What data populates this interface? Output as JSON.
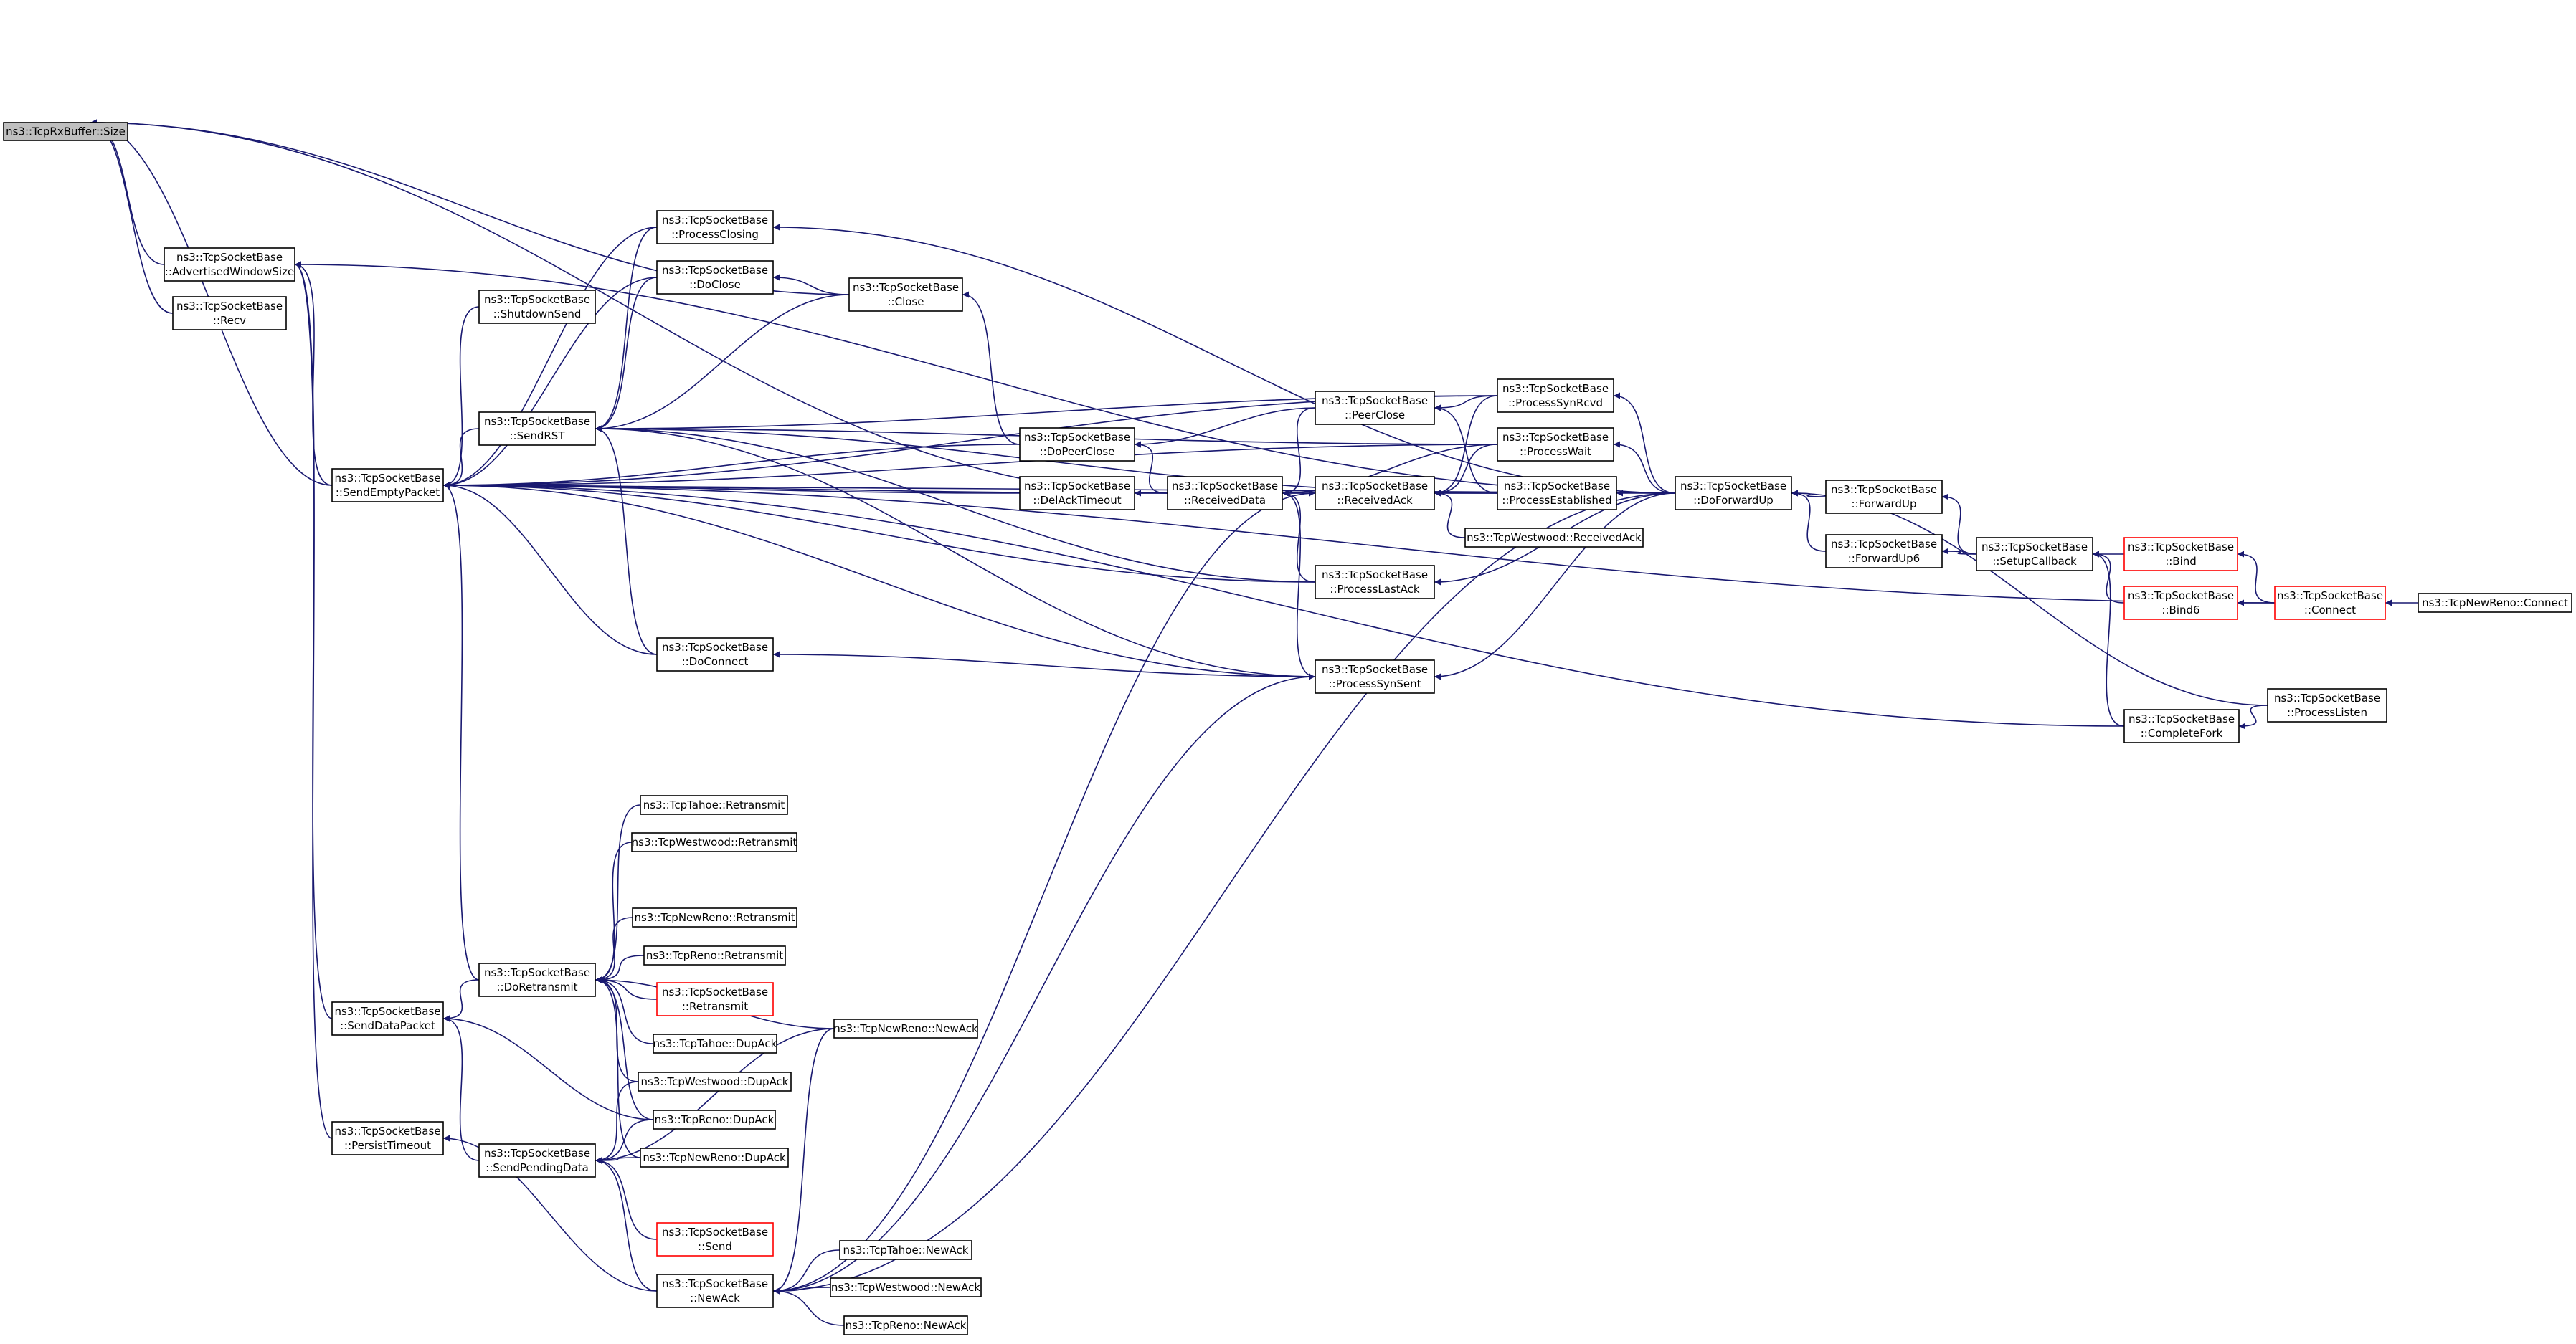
{
  "graph": {
    "edge_color": "#191970",
    "node_border": "#000000",
    "truncated_node_border": "#ff0000",
    "current_node_fill": "#bfbfbf",
    "nodes": [
      {
        "id": "size",
        "lines": [
          "ns3::TcpRxBuffer::Size"
        ],
        "current": true
      },
      {
        "id": "advwin",
        "lines": [
          "ns3::TcpSocketBase",
          "::AdvertisedWindowSize"
        ]
      },
      {
        "id": "recv",
        "lines": [
          "ns3::TcpSocketBase",
          "::Recv"
        ]
      },
      {
        "id": "sendempty",
        "lines": [
          "ns3::TcpSocketBase",
          "::SendEmptyPacket"
        ]
      },
      {
        "id": "senddata",
        "lines": [
          "ns3::TcpSocketBase",
          "::SendDataPacket"
        ]
      },
      {
        "id": "persist",
        "lines": [
          "ns3::TcpSocketBase",
          "::PersistTimeout"
        ]
      },
      {
        "id": "shutdownsend",
        "lines": [
          "ns3::TcpSocketBase",
          "::ShutdownSend"
        ]
      },
      {
        "id": "sendrst",
        "lines": [
          "ns3::TcpSocketBase",
          "::SendRST"
        ]
      },
      {
        "id": "doretransmit",
        "lines": [
          "ns3::TcpSocketBase",
          "::DoRetransmit"
        ]
      },
      {
        "id": "sendpending",
        "lines": [
          "ns3::TcpSocketBase",
          "::SendPendingData"
        ]
      },
      {
        "id": "processclosing",
        "lines": [
          "ns3::TcpSocketBase",
          "::ProcessClosing"
        ]
      },
      {
        "id": "doclose",
        "lines": [
          "ns3::TcpSocketBase",
          "::DoClose"
        ]
      },
      {
        "id": "close",
        "lines": [
          "ns3::TcpSocketBase",
          "::Close"
        ]
      },
      {
        "id": "doconnect",
        "lines": [
          "ns3::TcpSocketBase",
          "::DoConnect"
        ]
      },
      {
        "id": "tahoe_retx",
        "lines": [
          "ns3::TcpTahoe::Retransmit"
        ]
      },
      {
        "id": "westwood_retx",
        "lines": [
          "ns3::TcpWestwood::Retransmit"
        ]
      },
      {
        "id": "newreno_retx",
        "lines": [
          "ns3::TcpNewReno::Retransmit"
        ]
      },
      {
        "id": "reno_retx",
        "lines": [
          "ns3::TcpReno::Retransmit"
        ]
      },
      {
        "id": "base_retx",
        "lines": [
          "ns3::TcpSocketBase",
          "::Retransmit"
        ],
        "red": true
      },
      {
        "id": "tahoe_dup",
        "lines": [
          "ns3::TcpTahoe::DupAck"
        ]
      },
      {
        "id": "westwood_dup",
        "lines": [
          "ns3::TcpWestwood::DupAck"
        ]
      },
      {
        "id": "reno_dup",
        "lines": [
          "ns3::TcpReno::DupAck"
        ]
      },
      {
        "id": "newreno_dup",
        "lines": [
          "ns3::TcpNewReno::DupAck"
        ]
      },
      {
        "id": "send",
        "lines": [
          "ns3::TcpSocketBase",
          "::Send"
        ],
        "red": true
      },
      {
        "id": "newack",
        "lines": [
          "ns3::TcpSocketBase",
          "::NewAck"
        ]
      },
      {
        "id": "newreno_newack",
        "lines": [
          "ns3::TcpNewReno::NewAck"
        ]
      },
      {
        "id": "tahoe_newack",
        "lines": [
          "ns3::TcpTahoe::NewAck"
        ]
      },
      {
        "id": "westwood_newack",
        "lines": [
          "ns3::TcpWestwood::NewAck"
        ]
      },
      {
        "id": "reno_newack",
        "lines": [
          "ns3::TcpReno::NewAck"
        ]
      },
      {
        "id": "dopeerclose",
        "lines": [
          "ns3::TcpSocketBase",
          "::DoPeerClose"
        ]
      },
      {
        "id": "delack",
        "lines": [
          "ns3::TcpSocketBase",
          "::DelAckTimeout"
        ]
      },
      {
        "id": "receiveddata",
        "lines": [
          "ns3::TcpSocketBase",
          "::ReceivedData"
        ]
      },
      {
        "id": "peerclose",
        "lines": [
          "ns3::TcpSocketBase",
          "::PeerClose"
        ]
      },
      {
        "id": "receivedack",
        "lines": [
          "ns3::TcpSocketBase",
          "::ReceivedAck"
        ]
      },
      {
        "id": "processlastack",
        "lines": [
          "ns3::TcpSocketBase",
          "::ProcessLastAck"
        ]
      },
      {
        "id": "processsynsent",
        "lines": [
          "ns3::TcpSocketBase",
          "::ProcessSynSent"
        ]
      },
      {
        "id": "processsynrcvd",
        "lines": [
          "ns3::TcpSocketBase",
          "::ProcessSynRcvd"
        ]
      },
      {
        "id": "processwait",
        "lines": [
          "ns3::TcpSocketBase",
          "::ProcessWait"
        ]
      },
      {
        "id": "processestablished",
        "lines": [
          "ns3::TcpSocketBase",
          "::ProcessEstablished"
        ]
      },
      {
        "id": "westwood_recvack",
        "lines": [
          "ns3::TcpWestwood::ReceivedAck"
        ]
      },
      {
        "id": "doforwardup",
        "lines": [
          "ns3::TcpSocketBase",
          "::DoForwardUp"
        ]
      },
      {
        "id": "forwardup",
        "lines": [
          "ns3::TcpSocketBase",
          "::ForwardUp"
        ]
      },
      {
        "id": "forwardup6",
        "lines": [
          "ns3::TcpSocketBase",
          "::ForwardUp6"
        ]
      },
      {
        "id": "setupcallback",
        "lines": [
          "ns3::TcpSocketBase",
          "::SetupCallback"
        ]
      },
      {
        "id": "bind",
        "lines": [
          "ns3::TcpSocketBase",
          "::Bind"
        ],
        "red": true
      },
      {
        "id": "bind6",
        "lines": [
          "ns3::TcpSocketBase",
          "::Bind6"
        ],
        "red": true
      },
      {
        "id": "connect",
        "lines": [
          "ns3::TcpSocketBase",
          "::Connect"
        ],
        "red": true
      },
      {
        "id": "newreno_connect",
        "lines": [
          "ns3::TcpNewReno::Connect"
        ]
      },
      {
        "id": "processlisten",
        "lines": [
          "ns3::TcpSocketBase",
          "::ProcessListen"
        ]
      },
      {
        "id": "completefork",
        "lines": [
          "ns3::TcpSocketBase",
          "::CompleteFork"
        ]
      }
    ],
    "edges": [
      {
        "from": "size",
        "to": "advwin"
      },
      {
        "from": "size",
        "to": "recv"
      },
      {
        "from": "size",
        "to": "sendempty"
      },
      {
        "from": "size",
        "to": "close"
      },
      {
        "from": "size",
        "to": "receiveddata"
      },
      {
        "from": "advwin",
        "to": "sendempty"
      },
      {
        "from": "advwin",
        "to": "senddata"
      },
      {
        "from": "advwin",
        "to": "persist"
      },
      {
        "from": "advwin",
        "to": "doforwardup"
      },
      {
        "from": "sendempty",
        "to": "shutdownsend"
      },
      {
        "from": "sendempty",
        "to": "sendrst"
      },
      {
        "from": "sendempty",
        "to": "processclosing"
      },
      {
        "from": "sendempty",
        "to": "doclose"
      },
      {
        "from": "sendempty",
        "to": "dopeerclose"
      },
      {
        "from": "sendempty",
        "to": "delack"
      },
      {
        "from": "sendempty",
        "to": "receiveddata"
      },
      {
        "from": "sendempty",
        "to": "doconnect"
      },
      {
        "from": "sendempty",
        "to": "doretransmit"
      },
      {
        "from": "sendempty",
        "to": "processlastack"
      },
      {
        "from": "sendempty",
        "to": "processsynsent"
      },
      {
        "from": "sendempty",
        "to": "completefork"
      },
      {
        "from": "sendempty",
        "to": "connect"
      },
      {
        "from": "sendempty",
        "to": "doforwardup"
      },
      {
        "from": "sendempty",
        "to": "processsynrcvd"
      },
      {
        "from": "sendempty",
        "to": "processwait"
      },
      {
        "from": "sendrst",
        "to": "processclosing"
      },
      {
        "from": "sendrst",
        "to": "doclose"
      },
      {
        "from": "sendrst",
        "to": "close"
      },
      {
        "from": "sendrst",
        "to": "doconnect"
      },
      {
        "from": "sendrst",
        "to": "processsynrcvd"
      },
      {
        "from": "sendrst",
        "to": "processwait"
      },
      {
        "from": "sendrst",
        "to": "processestablished"
      },
      {
        "from": "sendrst",
        "to": "processlastack"
      },
      {
        "from": "sendrst",
        "to": "processsynsent"
      },
      {
        "from": "processclosing",
        "to": "doforwardup"
      },
      {
        "from": "doclose",
        "to": "close"
      },
      {
        "from": "close",
        "to": "dopeerclose"
      },
      {
        "from": "dopeerclose",
        "to": "peerclose"
      },
      {
        "from": "dopeerclose",
        "to": "receiveddata"
      },
      {
        "from": "delack",
        "to": "receiveddata"
      },
      {
        "from": "receiveddata",
        "to": "peerclose"
      },
      {
        "from": "receiveddata",
        "to": "receivedack"
      },
      {
        "from": "receiveddata",
        "to": "processlastack"
      },
      {
        "from": "receiveddata",
        "to": "processsynsent"
      },
      {
        "from": "receiveddata",
        "to": "processestablished"
      },
      {
        "from": "receiveddata",
        "to": "processwait"
      },
      {
        "from": "peerclose",
        "to": "processsynrcvd"
      },
      {
        "from": "peerclose",
        "to": "processestablished"
      },
      {
        "from": "receivedack",
        "to": "processsynrcvd"
      },
      {
        "from": "receivedack",
        "to": "processwait"
      },
      {
        "from": "receivedack",
        "to": "processestablished"
      },
      {
        "from": "receivedack",
        "to": "westwood_recvack"
      },
      {
        "from": "receivedack",
        "to": "newack"
      },
      {
        "from": "processsynrcvd",
        "to": "doforwardup"
      },
      {
        "from": "processwait",
        "to": "doforwardup"
      },
      {
        "from": "processestablished",
        "to": "doforwardup"
      },
      {
        "from": "processlastack",
        "to": "doforwardup"
      },
      {
        "from": "processsynsent",
        "to": "doforwardup"
      },
      {
        "from": "processsynsent",
        "to": "newack"
      },
      {
        "from": "doconnect",
        "to": "processsynsent"
      },
      {
        "from": "doforwardup",
        "to": "forwardup"
      },
      {
        "from": "doforwardup",
        "to": "forwardup6"
      },
      {
        "from": "doforwardup",
        "to": "processlisten"
      },
      {
        "from": "forwardup",
        "to": "setupcallback"
      },
      {
        "from": "forwardup6",
        "to": "setupcallback"
      },
      {
        "from": "setupcallback",
        "to": "bind"
      },
      {
        "from": "setupcallback",
        "to": "bind6"
      },
      {
        "from": "setupcallback",
        "to": "completefork"
      },
      {
        "from": "bind",
        "to": "connect"
      },
      {
        "from": "bind6",
        "to": "connect"
      },
      {
        "from": "connect",
        "to": "newreno_connect"
      },
      {
        "from": "completefork",
        "to": "processlisten"
      },
      {
        "from": "senddata",
        "to": "doretransmit"
      },
      {
        "from": "senddata",
        "to": "sendpending"
      },
      {
        "from": "senddata",
        "to": "reno_dup"
      },
      {
        "from": "doretransmit",
        "to": "tahoe_retx"
      },
      {
        "from": "doretransmit",
        "to": "westwood_retx"
      },
      {
        "from": "doretransmit",
        "to": "newreno_retx"
      },
      {
        "from": "doretransmit",
        "to": "reno_retx"
      },
      {
        "from": "doretransmit",
        "to": "base_retx"
      },
      {
        "from": "doretransmit",
        "to": "tahoe_dup"
      },
      {
        "from": "doretransmit",
        "to": "westwood_dup"
      },
      {
        "from": "doretransmit",
        "to": "reno_dup"
      },
      {
        "from": "doretransmit",
        "to": "newreno_dup"
      },
      {
        "from": "doretransmit",
        "to": "newreno_newack"
      },
      {
        "from": "sendpending",
        "to": "westwood_dup"
      },
      {
        "from": "sendpending",
        "to": "reno_dup"
      },
      {
        "from": "sendpending",
        "to": "newreno_dup"
      },
      {
        "from": "sendpending",
        "to": "send"
      },
      {
        "from": "sendpending",
        "to": "newack"
      },
      {
        "from": "sendpending",
        "to": "newreno_newack"
      },
      {
        "from": "persist",
        "to": "newack"
      },
      {
        "from": "newack",
        "to": "tahoe_newack"
      },
      {
        "from": "newack",
        "to": "westwood_newack"
      },
      {
        "from": "newack",
        "to": "reno_newack"
      },
      {
        "from": "newack",
        "to": "newreno_newack"
      },
      {
        "from": "newack",
        "to": "doforwardup"
      }
    ]
  }
}
